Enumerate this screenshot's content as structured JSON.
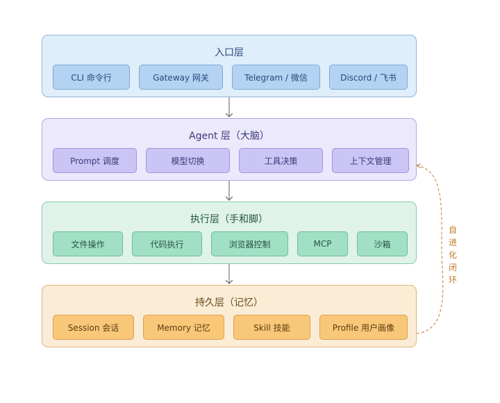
{
  "layers": [
    {
      "title": "入口层",
      "items": [
        "CLI 命令行",
        "Gateway 网关",
        "Telegram / 微信",
        "Discord / 飞书"
      ]
    },
    {
      "title": "Agent 层（大脑）",
      "items": [
        "Prompt 调度",
        "模型切换",
        "工具决策",
        "上下文管理"
      ]
    },
    {
      "title": "执行层（手和脚）",
      "items": [
        "文件操作",
        "代码执行",
        "浏览器控制",
        "MCP",
        "沙箱"
      ]
    },
    {
      "title": "持久层（记忆）",
      "items": [
        "Session 会话",
        "Memory 记忆",
        "Skill 技能",
        "Profile 用户画像"
      ]
    }
  ],
  "loop_label": "自进化闭环",
  "colors": {
    "arrow": "#777777",
    "loop": "#c07a2a"
  }
}
